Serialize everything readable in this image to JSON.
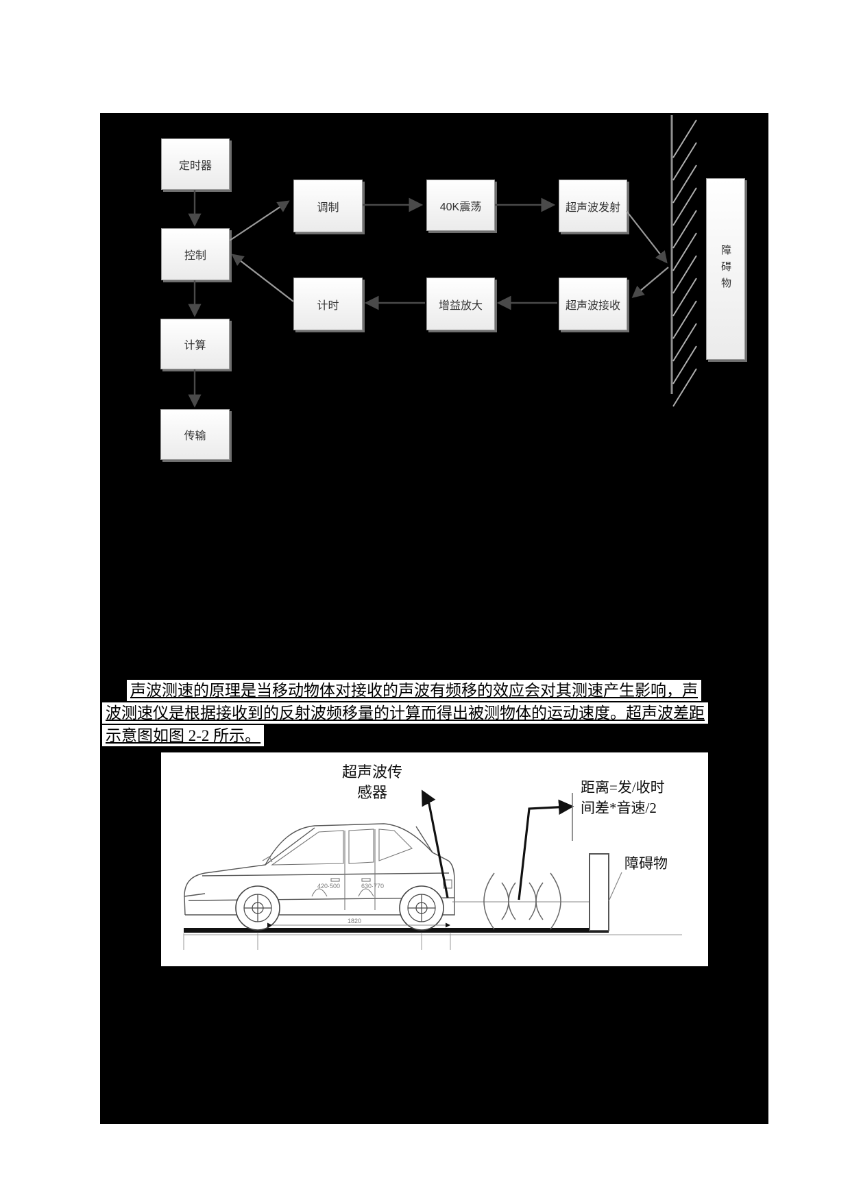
{
  "flowchart": {
    "nodes": {
      "timer": {
        "label": "定时器"
      },
      "control": {
        "label": "控制"
      },
      "compute": {
        "label": "计算"
      },
      "transmit": {
        "label": "传输"
      },
      "modulate": {
        "label": "调制"
      },
      "timing": {
        "label": "计时"
      },
      "oscillator": {
        "label": "40K震荡"
      },
      "gain": {
        "label": "增益放大"
      },
      "tx": {
        "label": "超声波发射"
      },
      "rx": {
        "label": "超声波接收"
      },
      "obstacle": {
        "label": "障碍物"
      }
    }
  },
  "paragraph": {
    "line1": "声波测速的原理是当移动物体对接收的声波有频移的效应会对其测速产生影响，声",
    "line2": "波测速仪是根据接收到的反射波频移量的计算而得出被测物体的运动速度。超声波差距",
    "line3": "示意图如图 2-2 所示。"
  },
  "figure": {
    "sensor_line1": "超声波传",
    "sensor_line2": "感器",
    "distance_line1": "距离=发/收时",
    "distance_line2": "间差*音速/2",
    "obstacle_label": "障碍物",
    "dim_a": "420·500",
    "dim_b": "630·770",
    "wheelbase": "1820"
  },
  "colors": {
    "panel_background": "#000000",
    "node_border": "#9b9b9b",
    "arrow_dark": "#4a4a4a",
    "arrow_light": "#9a9a9a",
    "wall": "#909090"
  }
}
